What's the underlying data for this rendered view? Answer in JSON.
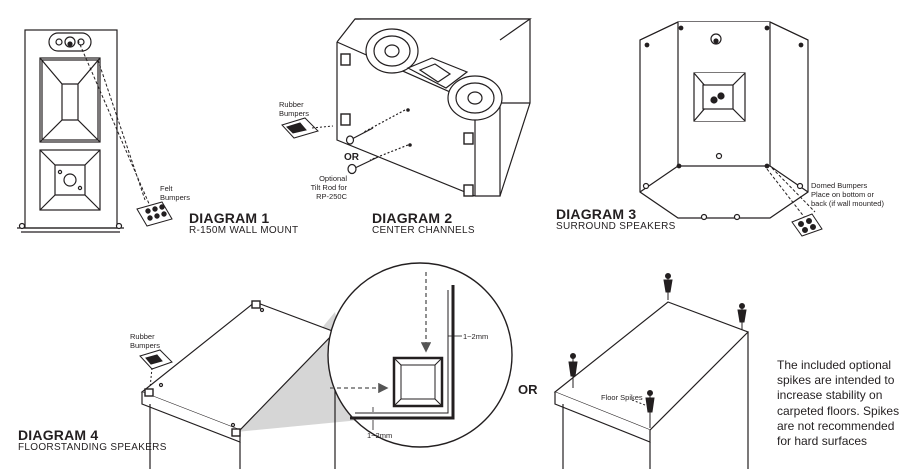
{
  "diagrams": [
    {
      "title": "DIAGRAM 1",
      "subtitle": "R-150M WALL MOUNT",
      "callouts": {
        "felt_bumpers": "Felt\nBumpers"
      }
    },
    {
      "title": "DIAGRAM 2",
      "subtitle": "CENTER CHANNELS",
      "callouts": {
        "rubber_bumpers": "Rubber\nBumpers",
        "or": "OR",
        "tilt_rod": "Optional\nTilt Rod for\nRP-250C"
      }
    },
    {
      "title": "DIAGRAM 3",
      "subtitle": "SURROUND SPEAKERS",
      "callouts": {
        "domed_bumpers": "Domed Bumpers\nPlace on bottom or\nback (if wall mounted)"
      }
    },
    {
      "title": "DIAGRAM 4",
      "subtitle": "FLOORSTANDING SPEAKERS",
      "callouts": {
        "rubber_bumpers": "Rubber\nBumpers",
        "gap_top": "1~2mm",
        "gap_bottom": "1~2mm"
      }
    }
  ],
  "spikes_section": {
    "or": "OR",
    "floor_spikes": "Floor Spikes",
    "note": "The included optional spikes are intended to increase stability on carpeted floors. Spikes are not recommended for hard surfaces"
  },
  "colors": {
    "line": "#231f20",
    "shade": "#d6d6d6",
    "dash": "#4a4a4a"
  }
}
